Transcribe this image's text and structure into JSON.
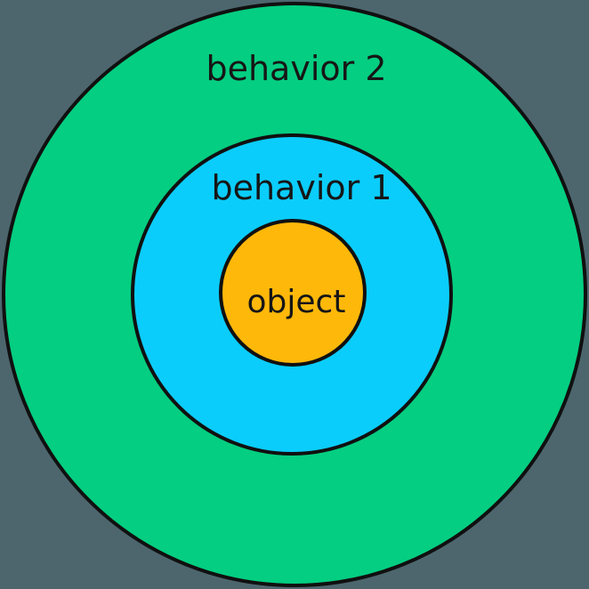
{
  "diagram": {
    "background_color": "#4D666E",
    "stroke_color": "#101010",
    "text_color": "#161616",
    "rings": [
      {
        "label": "behavior 2",
        "fill": "#04CE81"
      },
      {
        "label": "behavior 1",
        "fill": "#0BCDFB"
      },
      {
        "label": "object",
        "fill": "#FEB80A"
      }
    ]
  }
}
